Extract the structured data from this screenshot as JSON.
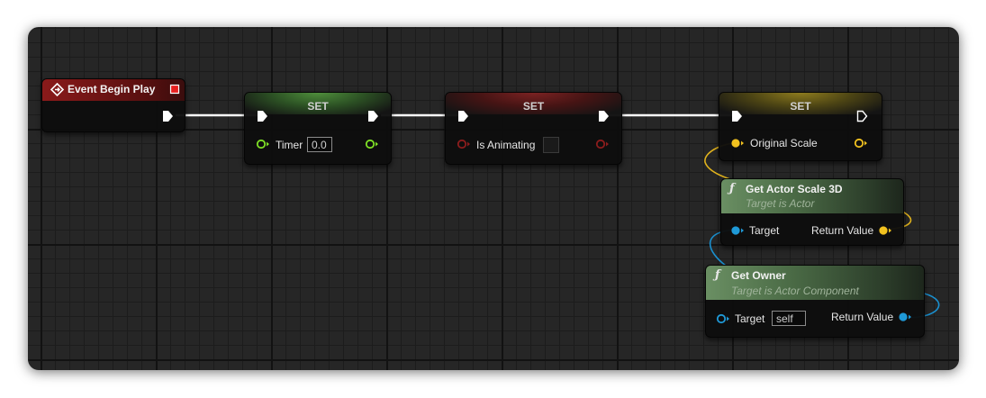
{
  "colors": {
    "exec": "#ffffff",
    "float": "#7fe026",
    "bool": "#8c1d1d",
    "vector": "#f2c21f",
    "object": "#1f9ad8"
  },
  "nodes": {
    "event_begin_play": {
      "title": "Event Begin Play"
    },
    "set_timer": {
      "title": "SET",
      "var_label": "Timer",
      "value": "0.0"
    },
    "set_is_animating": {
      "title": "SET",
      "var_label": "Is Animating"
    },
    "set_original_scale": {
      "title": "SET",
      "var_label": "Original Scale"
    },
    "get_actor_scale": {
      "title": "Get Actor Scale 3D",
      "subtitle": "Target is Actor",
      "input_label": "Target",
      "output_label": "Return Value"
    },
    "get_owner": {
      "title": "Get Owner",
      "subtitle": "Target is Actor Component",
      "input_label": "Target",
      "input_value": "self",
      "output_label": "Return Value"
    }
  },
  "icons": {
    "event": "event-diamond-icon",
    "function": "function-f-icon",
    "exec_pin": "exec-arrow-icon",
    "data_pin": "data-circle-pin-icon",
    "delegate": "delegate-square-icon"
  }
}
